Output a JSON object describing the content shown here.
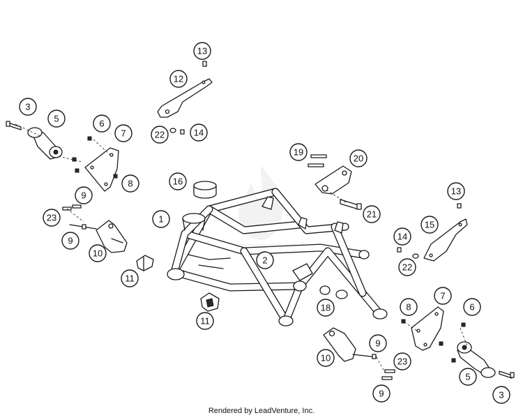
{
  "diagram": {
    "colors": {
      "line": "#1a1a1a",
      "background": "#ffffff",
      "watermark": "#888888"
    },
    "callouts": [
      {
        "id": "c13a",
        "label": "13"
      },
      {
        "id": "c12",
        "label": "12"
      },
      {
        "id": "c22a",
        "label": "22"
      },
      {
        "id": "c14a",
        "label": "14"
      },
      {
        "id": "c3a",
        "label": "3"
      },
      {
        "id": "c5a",
        "label": "5"
      },
      {
        "id": "c6a",
        "label": "6"
      },
      {
        "id": "c7a",
        "label": "7"
      },
      {
        "id": "c8a",
        "label": "8"
      },
      {
        "id": "c9a",
        "label": "9"
      },
      {
        "id": "c23a",
        "label": "23"
      },
      {
        "id": "c9b",
        "label": "9"
      },
      {
        "id": "c10a",
        "label": "10"
      },
      {
        "id": "c11a",
        "label": "11"
      },
      {
        "id": "c16",
        "label": "16"
      },
      {
        "id": "c1",
        "label": "1"
      },
      {
        "id": "c2",
        "label": "2"
      },
      {
        "id": "c11b",
        "label": "11"
      },
      {
        "id": "c19",
        "label": "19"
      },
      {
        "id": "c20",
        "label": "20"
      },
      {
        "id": "c21",
        "label": "21"
      },
      {
        "id": "c13b",
        "label": "13"
      },
      {
        "id": "c15",
        "label": "15"
      },
      {
        "id": "c14b",
        "label": "14"
      },
      {
        "id": "c22b",
        "label": "22"
      },
      {
        "id": "c18",
        "label": "18"
      },
      {
        "id": "c7b",
        "label": "7"
      },
      {
        "id": "c8b",
        "label": "8"
      },
      {
        "id": "c6b",
        "label": "6"
      },
      {
        "id": "c9c",
        "label": "9"
      },
      {
        "id": "c10b",
        "label": "10"
      },
      {
        "id": "c23b",
        "label": "23"
      },
      {
        "id": "c9d",
        "label": "9"
      },
      {
        "id": "c5b",
        "label": "5"
      },
      {
        "id": "c3b",
        "label": "3"
      }
    ],
    "footer": "Rendered by LeadVenture, Inc.",
    "watermark_icon": "flame-logo-icon"
  }
}
